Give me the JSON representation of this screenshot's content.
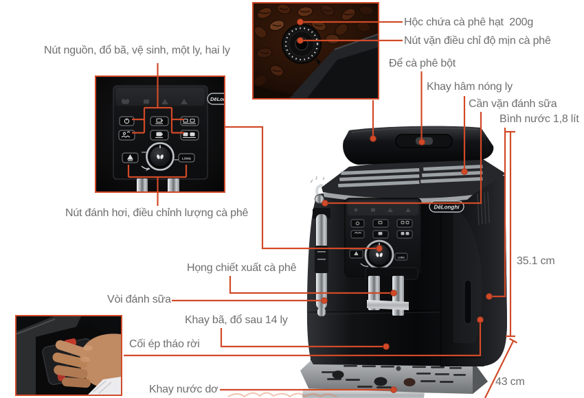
{
  "colors": {
    "accent": "#d14a28",
    "label_text": "#6e6e6e"
  },
  "annotations": {
    "power_buttons": "Nút nguồn, đổ bã, vệ sinh, một ly, hai ly",
    "bean_hopper": "Hộc chứa cà phê hạt  200g",
    "grind_dial": "Nút vặn điều chỉ độ mịn cà phê",
    "ground_coffee": "Để cà phê bột",
    "cup_warmer": "Khay hâm nóng ly",
    "milk_lever": "Cần vặn đánh sữa",
    "water_tank": "Bình nước 1,8 lít",
    "steam_button": "Nút đánh hơi, điều chỉnh lượng cà phê",
    "spout": "Họng chiết xuất cà phê",
    "milk_wand": "Vòi đánh sữa",
    "waste_tray": "Khay bã, đổ sau 14 ly",
    "brew_unit": "Cối ép tháo rời",
    "drip_tray": "Khay nước dơ"
  },
  "measurements": {
    "height": "35.1 cm",
    "depth": "43 cm"
  },
  "machine": {
    "brand": "DēLonghi",
    "long_button": "LONG"
  }
}
